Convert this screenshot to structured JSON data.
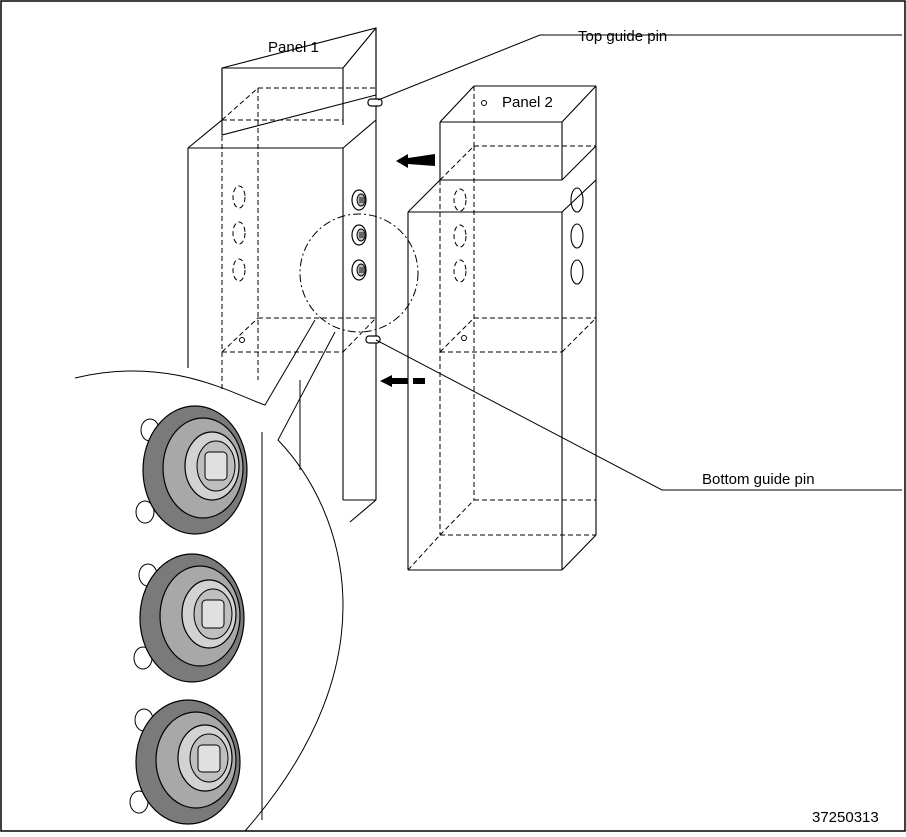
{
  "labels": {
    "panel1": "Panel 1",
    "panel2": "Panel 2",
    "top_guide_pin": "Top guide pin",
    "bottom_guide_pin": "Bottom guide pin",
    "figure_number": "37250313"
  },
  "colors": {
    "line": "#000000",
    "washer_dark": "#7a7a7a",
    "washer_mid": "#a8a8a8",
    "washer_light": "#d2d2d2",
    "background": "#ffffff"
  }
}
